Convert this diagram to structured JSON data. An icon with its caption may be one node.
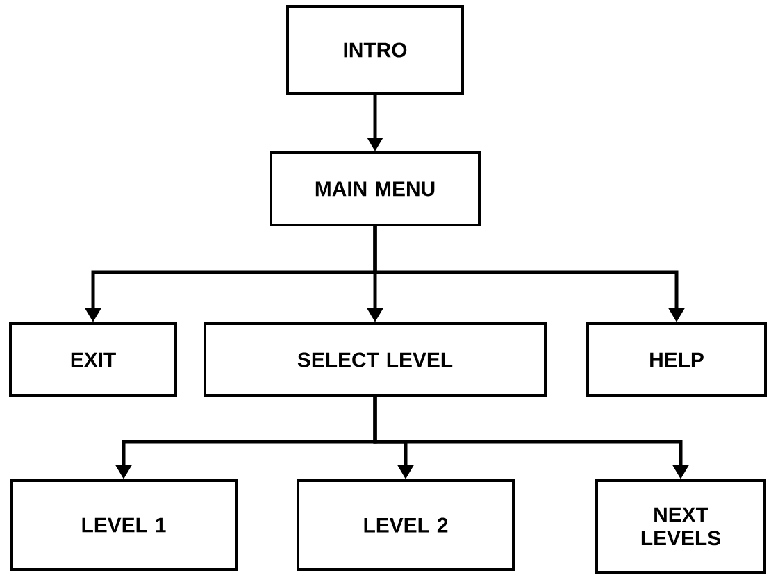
{
  "diagram": {
    "nodes": [
      {
        "text": [
          "INTRO"
        ]
      },
      {
        "text": [
          "MAIN MENU"
        ]
      },
      {
        "text": [
          "EXIT"
        ]
      },
      {
        "text": [
          "SELECT LEVEL"
        ]
      },
      {
        "text": [
          "HELP"
        ]
      },
      {
        "text": [
          "LEVEL 1"
        ]
      },
      {
        "text": [
          "LEVEL 2"
        ]
      },
      {
        "text": [
          "NEXT LEVELS"
        ]
      }
    ],
    "edges": [
      {
        "from": 0,
        "to": 1,
        "arrow": "to"
      },
      {
        "from": 1,
        "to": 2,
        "arrow": "to"
      },
      {
        "from": 1,
        "to": 3,
        "arrow": "to"
      },
      {
        "from": 1,
        "to": 4,
        "arrow": "to"
      },
      {
        "from": 3,
        "to": 5,
        "arrow": "to"
      },
      {
        "from": 3,
        "to": 6,
        "arrow": "to"
      },
      {
        "from": 3,
        "to": 7,
        "arrow": "to"
      }
    ]
  }
}
